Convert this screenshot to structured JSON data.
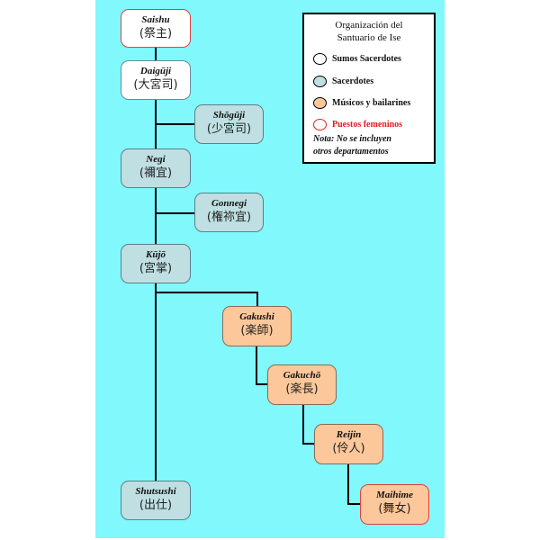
{
  "diagram": {
    "nodes": {
      "saishu": {
        "romaji": "Saishu",
        "kanji": "(祭主)",
        "category": "high_priest",
        "female": true
      },
      "daiguji": {
        "romaji": "Daigūji",
        "kanji": "(大宮司)",
        "category": "high_priest",
        "female": false
      },
      "shoguji": {
        "romaji": "Shōgūji",
        "kanji": "(少宮司)",
        "category": "priest",
        "female": false
      },
      "negi": {
        "romaji": "Negi",
        "kanji": "(禰宜)",
        "category": "priest",
        "female": false
      },
      "gonnegi": {
        "romaji": "Gonnegi",
        "kanji": "(権祢宜)",
        "category": "priest",
        "female": false
      },
      "kujo": {
        "romaji": "Kūjō",
        "kanji": "(宮掌)",
        "category": "priest",
        "female": false
      },
      "gakushi": {
        "romaji": "Gakushi",
        "kanji": "(楽師)",
        "category": "musician_dancer",
        "female": false
      },
      "gakucho": {
        "romaji": "Gakuchō",
        "kanji": "(楽長)",
        "category": "musician_dancer",
        "female": false
      },
      "reijin": {
        "romaji": "Reijin",
        "kanji": "(伶人)",
        "category": "musician_dancer",
        "female": false
      },
      "maihime": {
        "romaji": "Maihime",
        "kanji": "(舞女)",
        "category": "musician_dancer",
        "female": true
      },
      "shutsushi": {
        "romaji": "Shutsushi",
        "kanji": "(出仕)",
        "category": "priest",
        "female": false
      }
    },
    "edges": [
      [
        "saishu",
        "daiguji"
      ],
      [
        "daiguji",
        "shoguji"
      ],
      [
        "daiguji",
        "negi"
      ],
      [
        "negi",
        "gonnegi"
      ],
      [
        "negi",
        "kujo"
      ],
      [
        "kujo",
        "gakushi"
      ],
      [
        "gakushi",
        "gakucho"
      ],
      [
        "gakucho",
        "reijin"
      ],
      [
        "reijin",
        "maihime"
      ],
      [
        "kujo",
        "shutsushi"
      ]
    ]
  },
  "legend": {
    "title_line1": "Organización del",
    "title_line2": "Santuario de Ise",
    "items": [
      {
        "label": "Sumos Sacerdotes",
        "fill": "#ffffff",
        "stroke": "#000000",
        "text_color": "#111111"
      },
      {
        "label": "Sacerdotes",
        "fill": "#bfdfe2",
        "stroke": "#000000",
        "text_color": "#111111"
      },
      {
        "label": "Músicos y bailarines",
        "fill": "#fcc79a",
        "stroke": "#000000",
        "text_color": "#111111"
      },
      {
        "label": "Puestos femeninos",
        "fill": "#ffffff",
        "stroke": "#e02020",
        "text_color": "#e02020"
      }
    ],
    "note_line1": "Nota: No se incluyen",
    "note_line2": "otros departamentos"
  },
  "colors": {
    "background": "#80f8fc",
    "high_priest": "#ffffff",
    "priest": "#bfdfe2",
    "musician_dancer": "#fcc79a",
    "female_border": "#e04040",
    "connector": "#000000"
  }
}
